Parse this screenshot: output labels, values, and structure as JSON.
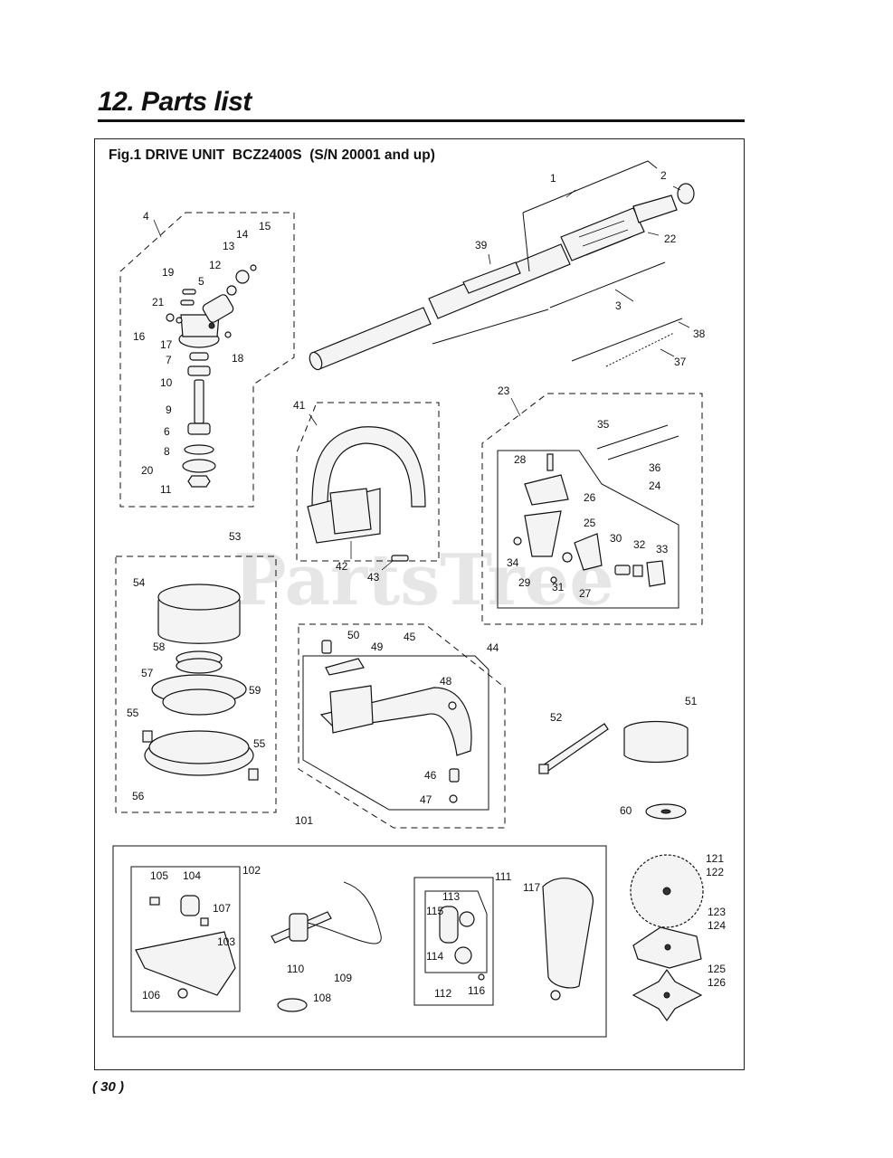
{
  "section_heading": "12. Parts list",
  "figure_title": "Fig.1 DRIVE UNIT  BCZ2400S  (S/N 20001 and up)",
  "page_number": "( 30 )",
  "watermark": "PartsTree",
  "callouts": [
    "1",
    "2",
    "3",
    "4",
    "5",
    "6",
    "7",
    "8",
    "9",
    "10",
    "11",
    "12",
    "13",
    "14",
    "15",
    "16",
    "17",
    "18",
    "19",
    "20",
    "21",
    "22",
    "23",
    "24",
    "25",
    "26",
    "27",
    "28",
    "29",
    "30",
    "31",
    "32",
    "33",
    "34",
    "35",
    "36",
    "37",
    "38",
    "39",
    "41",
    "42",
    "43",
    "44",
    "45",
    "46",
    "47",
    "48",
    "49",
    "50",
    "51",
    "52",
    "53",
    "54",
    "55",
    "55",
    "56",
    "57",
    "58",
    "59",
    "60",
    "101",
    "102",
    "103",
    "104",
    "105",
    "106",
    "107",
    "108",
    "109",
    "110",
    "111",
    "112",
    "113",
    "114",
    "115",
    "116",
    "117",
    "121",
    "122",
    "123",
    "124",
    "125",
    "126"
  ]
}
